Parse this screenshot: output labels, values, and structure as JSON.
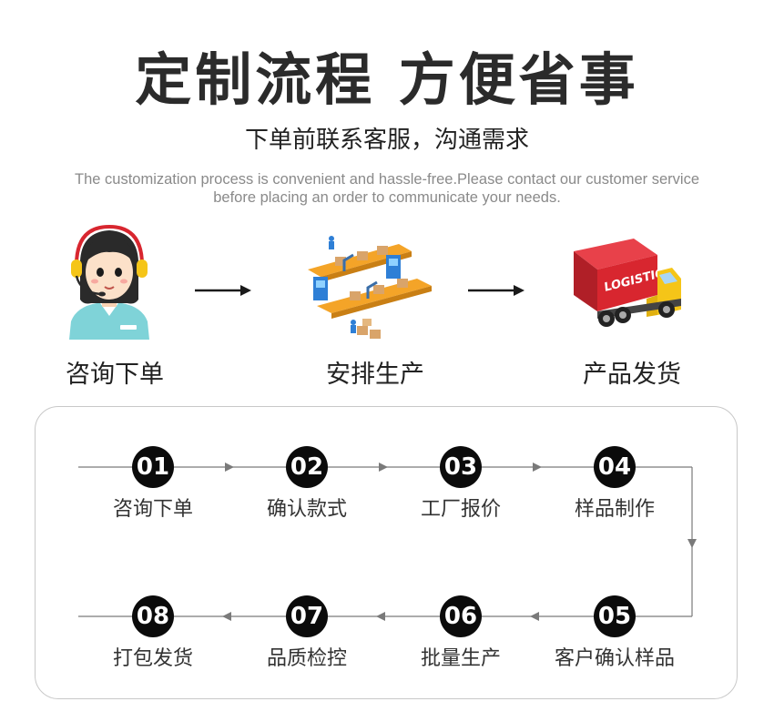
{
  "header": {
    "title": "定制流程 方便省事",
    "subtitle": "下单前联系客服，沟通需求",
    "english": "The customization process is convenient and hassle-free.Please contact our customer service before placing an order to communicate your needs."
  },
  "stages": [
    {
      "label": "咨询下单",
      "icon": "customer-service-agent-icon"
    },
    {
      "label": "安排生产",
      "icon": "production-line-icon"
    },
    {
      "label": "产品发货",
      "icon": "logistics-truck-icon"
    }
  ],
  "truck_text": "LOGISTICS",
  "process": [
    {
      "num": "01",
      "label": "咨询下单"
    },
    {
      "num": "02",
      "label": "确认款式"
    },
    {
      "num": "03",
      "label": "工厂报价"
    },
    {
      "num": "04",
      "label": "样品制作"
    },
    {
      "num": "05",
      "label": "客户确认样品"
    },
    {
      "num": "06",
      "label": "批量生产"
    },
    {
      "num": "07",
      "label": "品质检控"
    },
    {
      "num": "08",
      "label": "打包发货"
    }
  ],
  "colors": {
    "accent_red": "#d8262f",
    "truck_yellow": "#f5c518",
    "conveyor_orange": "#f4a428",
    "robot_blue": "#2e7fd6",
    "badge_black": "#0b0b0b"
  }
}
